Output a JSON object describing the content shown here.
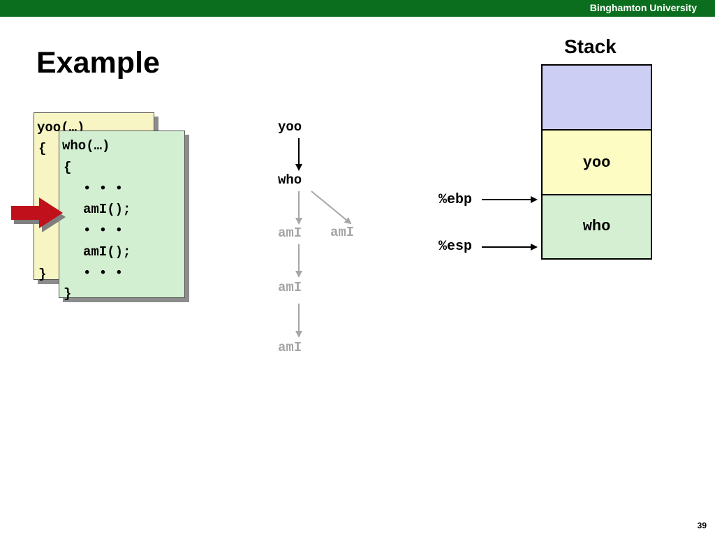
{
  "header": {
    "organization": "Binghamton University"
  },
  "slide": {
    "title": "Example",
    "page_number": "39"
  },
  "code_yoo": {
    "signature": "yoo(…)",
    "open_brace": "{",
    "close_brace": "}"
  },
  "code_who": {
    "signature": "who(…)",
    "open_brace": "{",
    "dots": "• • •",
    "call": "amI();",
    "close_brace": "}"
  },
  "call_tree": {
    "root": "yoo",
    "child": "who",
    "leaves": [
      "amI",
      "amI",
      "amI",
      "amI"
    ]
  },
  "stack": {
    "title": "Stack",
    "frames": [
      "",
      "yoo",
      "who"
    ],
    "colors": {
      "top": "#cccff3",
      "yoo": "#fcfcc3",
      "who": "#d5efd3"
    },
    "registers": {
      "ebp": "%ebp",
      "esp": "%esp"
    }
  },
  "colors": {
    "header": "#0b6e1e",
    "pointer": "#c0101b",
    "inactive": "#a6a6a6"
  }
}
